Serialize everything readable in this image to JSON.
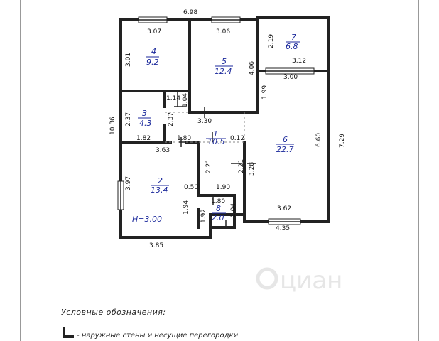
{
  "dimensions": {
    "top_overall": "6.98",
    "left_overall": "10.36",
    "right_overall": "7.29",
    "room4_top": "3.07",
    "room5_top": "3.06",
    "room4_left": "3.01",
    "room7_left": "2.19",
    "room5_right": "4.06",
    "room7_bottom": "3.12",
    "room6_top": "3.00",
    "d_1_14": "1.14",
    "d_1_04_a": "1.04",
    "d_1_99": "1.99",
    "room3_left": "2.37",
    "room3_right": "2.37",
    "d_3_30": "3.30",
    "d_1_82": "1.82",
    "d_1_80_a": "1.80",
    "d_0_12": "0.12",
    "room6_right": "6.60",
    "room2_top": "3.63",
    "d_2_21_a": "2.21",
    "d_2_21_b": "2.21",
    "d_3_28": "3.28",
    "room2_left": "3.97",
    "d_0_50": "0.50",
    "d_1_90": "1.90",
    "d_1_80_b": "1.80",
    "d_1_94": "1.94",
    "d_1_92": "1.92",
    "d_1_04_b": "1.04",
    "room6_bottom": "3.62",
    "room6_bottom_outer": "4.35",
    "room2_bottom": "3.85"
  },
  "rooms": [
    {
      "num": "1",
      "area": "10.5"
    },
    {
      "num": "2",
      "area": "13.4"
    },
    {
      "num": "3",
      "area": "4.3"
    },
    {
      "num": "4",
      "area": "9.2"
    },
    {
      "num": "5",
      "area": "12.4"
    },
    {
      "num": "6",
      "area": "22.7"
    },
    {
      "num": "7",
      "area": "6.8"
    },
    {
      "num": "8",
      "area": "2.0"
    }
  ],
  "ceiling_height": "H=3.00",
  "legend": {
    "title": "Условные обозначения:",
    "walls_label": "- наружные стены и несущие перегородки"
  },
  "watermark": "циан"
}
